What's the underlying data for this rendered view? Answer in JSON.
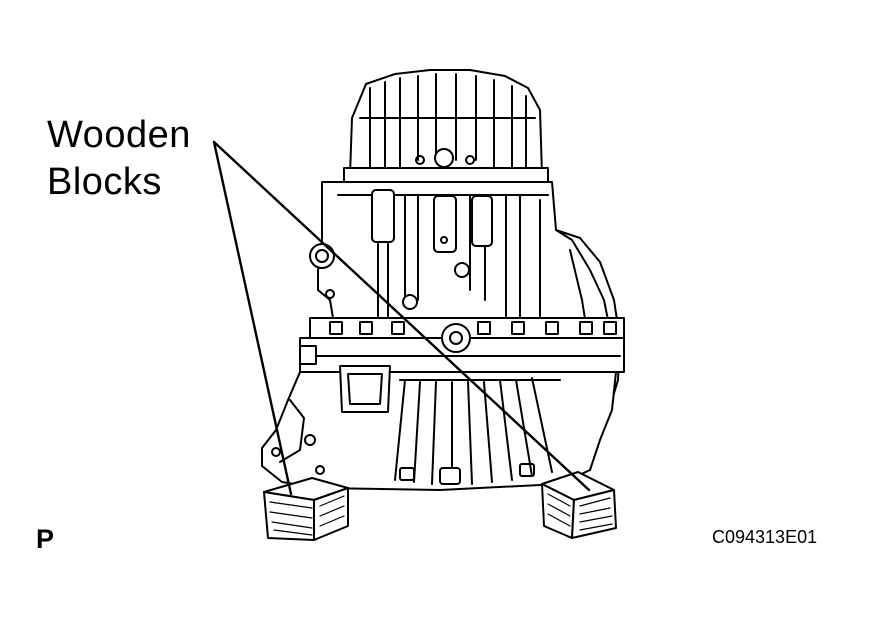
{
  "callout": {
    "line1": "Wooden",
    "line2": "Blocks"
  },
  "corner_letter": "P",
  "figure_code": "C094313E01"
}
